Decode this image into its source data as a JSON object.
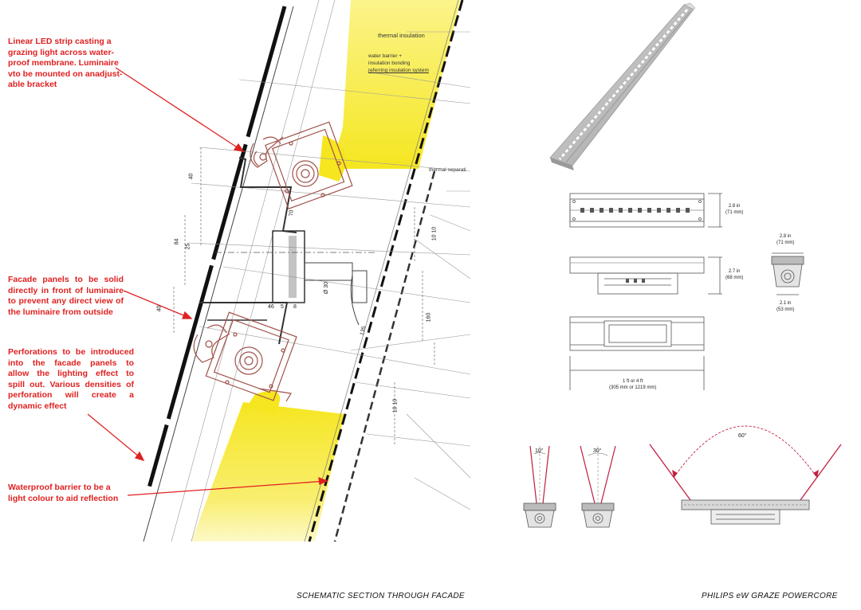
{
  "left_diagram": {
    "caption": "SCHEMATIC SECTION THROUGH FACADE",
    "notes": [
      {
        "id": "led-strip",
        "lines": [
          "Linear LED strip casting a",
          "grazing light across water-",
          "proof membrane. Luminaire",
          "vto be mounted on anadjust-",
          "able bracket"
        ]
      },
      {
        "id": "facade-panels",
        "lines": [
          "Facade panels to be solid",
          "directly in front of luminaire",
          "to prevent any direct view  of",
          "the luminaire from outside"
        ]
      },
      {
        "id": "perforations",
        "lines": [
          "Perforations to be introduced",
          "into the facade panels to",
          "allow the lighting effect to",
          "spill out. Various densities of",
          "perforation  will  create  a",
          "dynamic effect"
        ]
      },
      {
        "id": "waterproof-barrier",
        "lines": [
          "Waterproof barrier to be a",
          "light colour to aid reflection"
        ]
      }
    ],
    "labels": {
      "thermal_insulation": "thermal insulation",
      "water_barrier_1": "water barrier +",
      "water_barrier_2": "insulation bonding",
      "water_barrier_3": "referring insulation system",
      "thermal_separation": "thermal separati"
    },
    "dimensions": {
      "d40_top": "40",
      "d40_bottom": "40",
      "d84": "84",
      "d25": "25",
      "d70": "70",
      "d30": "Ø 30",
      "d135": "135",
      "d160": "160",
      "d1010a": "10 10",
      "d1010b": "10 10",
      "d46": "46",
      "d5": "5",
      "d8": "8"
    }
  },
  "right_diagram": {
    "caption": "PHILIPS eW  GRAZE POWERCORE",
    "dims": {
      "height_top": [
        "2.8 in",
        "(71 mm)"
      ],
      "height_side": [
        "2.7 in",
        "(68 mm)"
      ],
      "end_width_top": [
        "2.8 in",
        "(71 mm)"
      ],
      "end_width_bottom": [
        "2.1 in",
        "(53 mm)"
      ],
      "length": [
        "1 ft or 4 ft",
        "(305 mm or 1219 mm)"
      ]
    },
    "beam_angles": {
      "narrow": "10°",
      "medium": "30°",
      "wide": "60°"
    }
  },
  "colors": {
    "annotation_red": "#e02020",
    "light_yellow": "#f2e21a",
    "luminaire_brown": "#a0524a"
  }
}
